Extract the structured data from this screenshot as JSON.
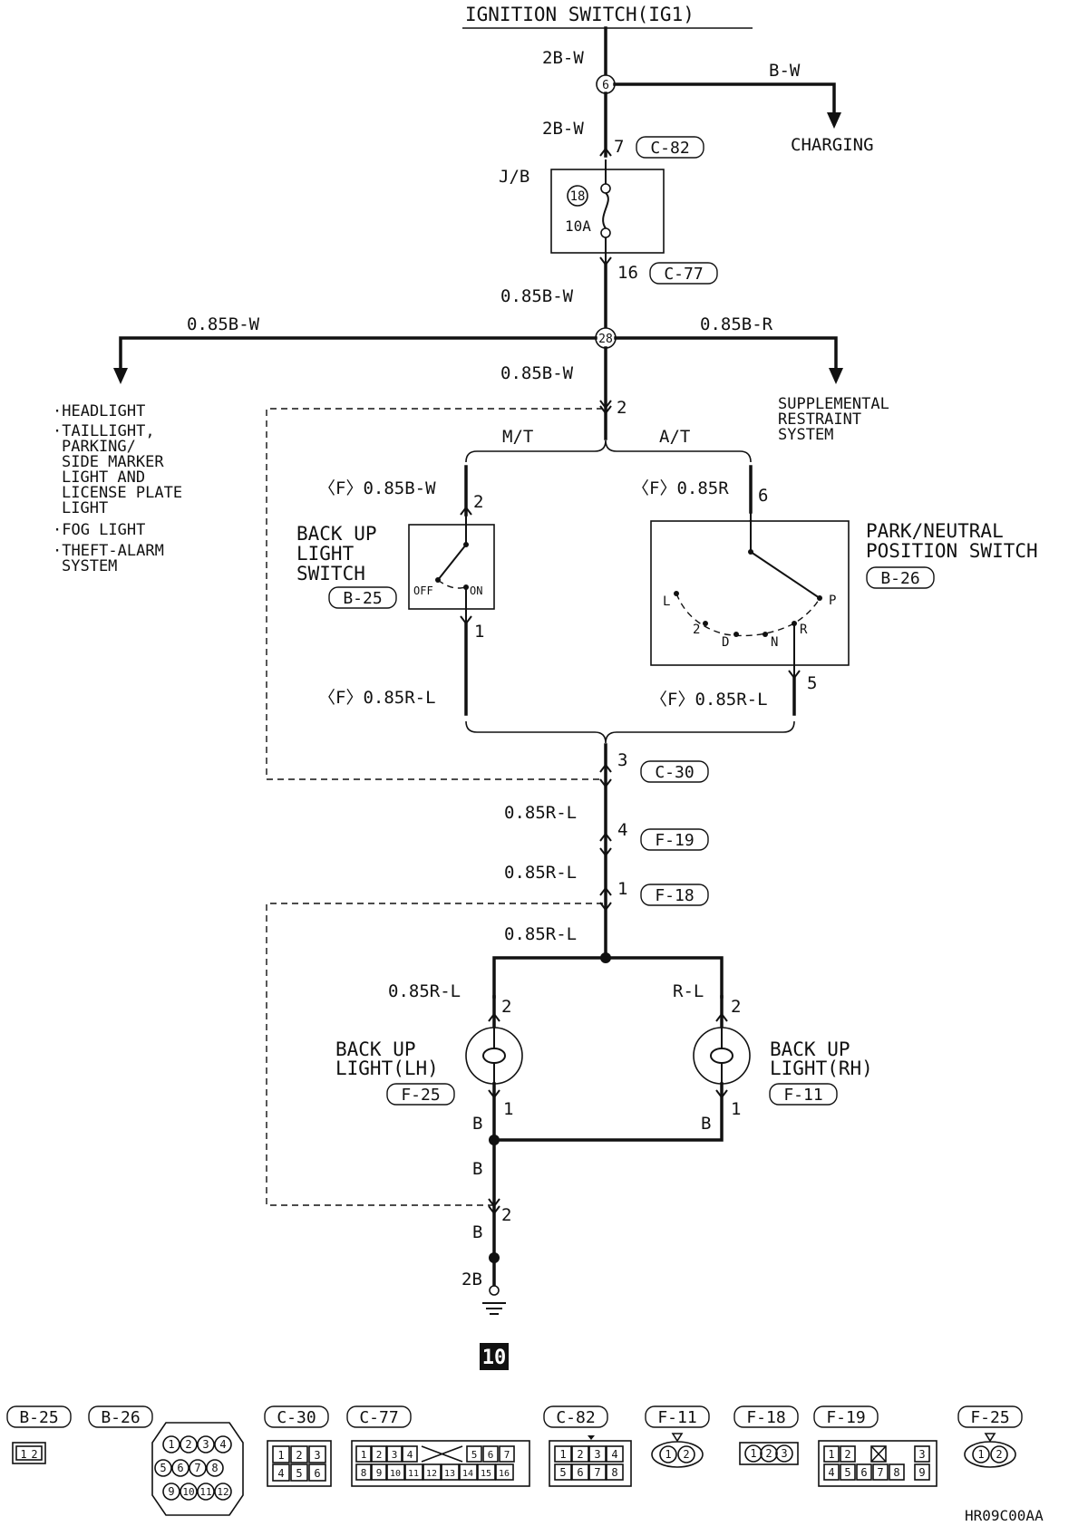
{
  "source": {
    "label": "IGNITION SWITCH(IG1)"
  },
  "wires": {
    "top_main": "2B-W",
    "charging_branch": "B-W",
    "to_cj": "2B-W",
    "after_fuse": "0.85B-W",
    "left_branch": "0.85B-W",
    "right_branch": "0.85B-R",
    "below_splice": "0.85B-W",
    "mt_in": "〈F〉0.85B-W",
    "at_in": "〈F〉0.85R",
    "mt_out": "〈F〉0.85R-L",
    "at_out": "〈F〉0.85R-L",
    "c30_f19": "0.85R-L",
    "f19_f18": "0.85R-L",
    "f18_junction": "0.85R-L",
    "lh_in": "0.85R-L",
    "rh_in": "R-L",
    "lh_out": "B",
    "rh_out": "B",
    "ground_1": "B",
    "ground_2": "B",
    "ground_3": "2B"
  },
  "splices": {
    "s6": "6",
    "s28": "28"
  },
  "pins": {
    "c82": "7",
    "c77": "16",
    "j2": "2",
    "mt_top": "2",
    "mt_bottom": "1",
    "at_top": "6",
    "at_bottom": "5",
    "c30": "3",
    "f19": "4",
    "f18": "1",
    "lh_top": "2",
    "lh_bottom": "1",
    "rh_top": "2",
    "rh_bottom": "1",
    "gnd": "2"
  },
  "connectors": {
    "c82": "C-82",
    "c77": "C-77",
    "b25": "B-25",
    "b26": "B-26",
    "c30": "C-30",
    "f19": "F-19",
    "f18": "F-18",
    "f25": "F-25",
    "f11": "F-11"
  },
  "junction_block": {
    "label": "J/B",
    "fuse_number": "18",
    "fuse_rating": "10A"
  },
  "destinations": {
    "charging": "CHARGING",
    "left_items": [
      "·HEADLIGHT",
      "·TAILLIGHT,",
      "PARKING/",
      "SIDE MARKER",
      "LIGHT AND",
      "LICENSE PLATE",
      "LIGHT",
      "·FOG LIGHT",
      "·THEFT-ALARM",
      "SYSTEM"
    ],
    "srs": [
      "SUPPLEMENTAL",
      "RESTRAINT",
      "SYSTEM"
    ]
  },
  "transmission": {
    "mt": "M/T",
    "at": "A/T"
  },
  "backup_switch": {
    "lines": [
      "BACK UP",
      "LIGHT",
      "SWITCH"
    ],
    "off": "OFF",
    "on": "ON"
  },
  "pn_switch": {
    "lines": [
      "PARK/NEUTRAL",
      "POSITION SWITCH"
    ],
    "positions": [
      "L",
      "2",
      "D",
      "N",
      "R",
      "P"
    ]
  },
  "lamps": {
    "lh": [
      "BACK UP",
      "LIGHT(LH)"
    ],
    "rh": [
      "BACK UP",
      "LIGHT(RH)"
    ]
  },
  "ground_point": "10",
  "connector_faces": [
    {
      "code": "B-25",
      "pins": [
        "1",
        "2"
      ]
    },
    {
      "code": "B-26",
      "pins": [
        "1",
        "2",
        "3",
        "4",
        "5",
        "6",
        "7",
        "8",
        "9",
        "10",
        "11",
        "12"
      ]
    },
    {
      "code": "C-30",
      "pins": [
        "1",
        "2",
        "3",
        "4",
        "5",
        "6"
      ]
    },
    {
      "code": "C-77",
      "pins": [
        "1",
        "2",
        "3",
        "4",
        "5",
        "6",
        "7",
        "8",
        "9",
        "10",
        "11",
        "12",
        "13",
        "14",
        "15",
        "16"
      ]
    },
    {
      "code": "C-82",
      "pins": [
        "1",
        "2",
        "3",
        "4",
        "5",
        "6",
        "7",
        "8"
      ]
    },
    {
      "code": "F-11",
      "pins": [
        "1",
        "2"
      ]
    },
    {
      "code": "F-18",
      "pins": [
        "1",
        "2",
        "3"
      ]
    },
    {
      "code": "F-19",
      "pins": [
        "1",
        "2",
        "3",
        "4",
        "5",
        "6",
        "7",
        "8",
        "9"
      ]
    },
    {
      "code": "F-25",
      "pins": [
        "1",
        "2"
      ]
    }
  ],
  "figure_id": "HR09C00AA"
}
